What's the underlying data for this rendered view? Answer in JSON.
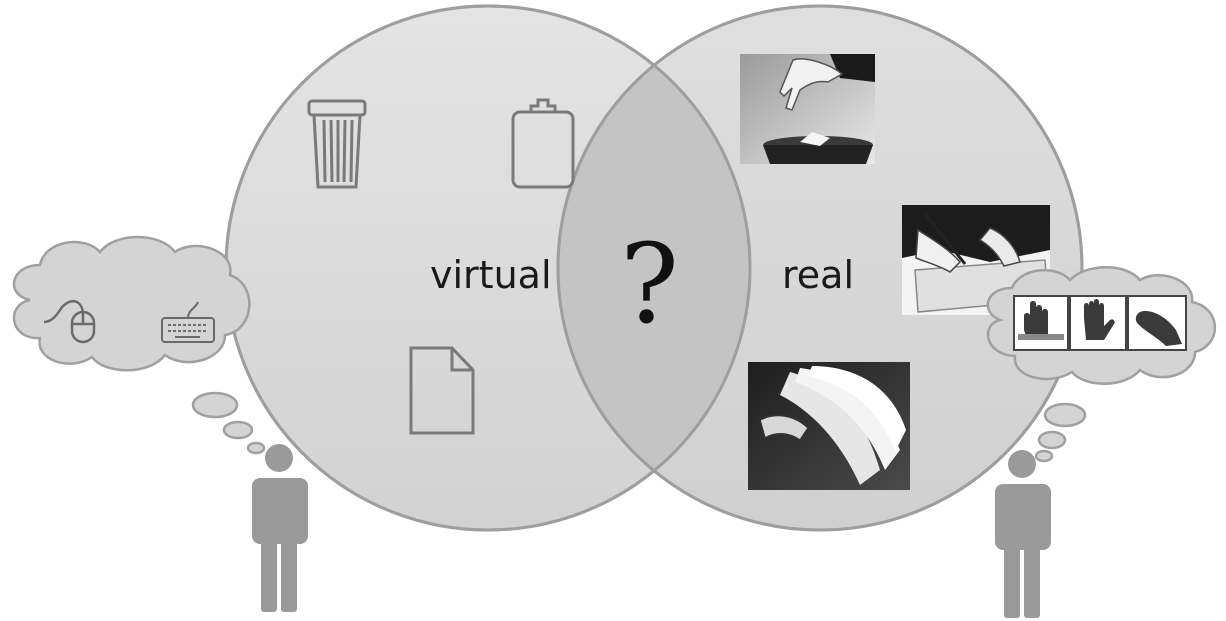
{
  "labels": {
    "left_circle": "virtual",
    "right_circle": "real",
    "overlap": "?"
  },
  "colors": {
    "circle_fill": "#d9d9d9",
    "circle_stroke": "#9e9e9e",
    "overlap_fill": "#c4c4c4",
    "icon_stroke": "#7a7a7a",
    "person": "#9a9a9a",
    "cloud_fill": "#d4d4d4",
    "cloud_stroke": "#a0a0a0"
  },
  "virtual_icons": [
    "trash-can-icon",
    "clipboard-icon",
    "document-icon"
  ],
  "real_photos": [
    "hand-dropping-paper-in-bin-photo",
    "hand-writing-on-clipboard-photo",
    "hand-flipping-pages-photo"
  ],
  "left_thought": [
    "mouse-icon",
    "keyboard-icon"
  ],
  "right_thought": [
    "hand-grab-gesture-icon",
    "hand-raised-gesture-icon",
    "hand-flat-gesture-icon"
  ]
}
